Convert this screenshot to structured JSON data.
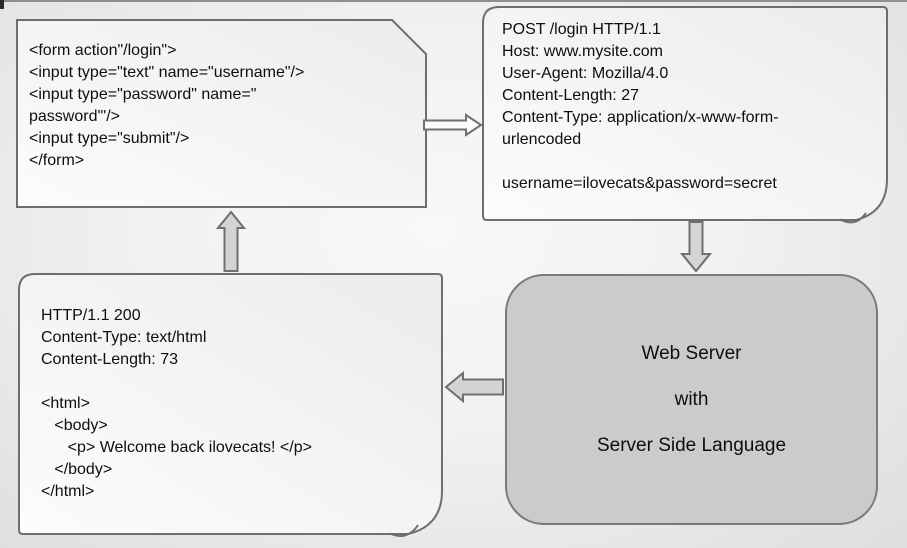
{
  "diagram": {
    "title": "HTTP login form request/response flow",
    "boxes": {
      "form_code": {
        "shape": "card-snipped-corner",
        "text": "<form action\"/login\">\n<input type=\"text\" name=\"username\"/>\n<input type=\"password\" name=\"\npassword'\"/>\n<input type=\"submit\"/>\n</form>"
      },
      "http_request": {
        "shape": "folded-corner-page",
        "text": "POST /login HTTP/1.1\nHost: www.mysite.com\nUser-Agent: Mozilla/4.0\nContent-Length: 27\nContent-Type: application/x-www-form-\nurlencoded\n\nusername=ilovecats&password=secret"
      },
      "web_server": {
        "shape": "rounded-rectangle",
        "text": "Web Server\n\nwith\n\nServer Side Language"
      },
      "http_response": {
        "shape": "folded-corner-page",
        "text": "HTTP/1.1 200\nContent-Type: text/html\nContent-Length: 73\n\n<html>\n   <body>\n      <p> Welcome back ilovecats! </p>\n   </body>\n</html>"
      }
    },
    "arrows": {
      "browser_to_request": "right",
      "request_to_server": "down",
      "server_to_response": "left",
      "response_to_browser": "up"
    },
    "colors": {
      "background_center": "#f8f8f8",
      "background_edge": "#dedede",
      "page_fill_light": "#fcfcfc",
      "page_fill_dark": "#ececec",
      "server_fill": "#cbcbcb",
      "border": "#6e6e6e",
      "arrow_fill": "#d4d4d4",
      "arrow_outline_fill": "#fbfbfb",
      "text": "#0e0e0e"
    }
  }
}
